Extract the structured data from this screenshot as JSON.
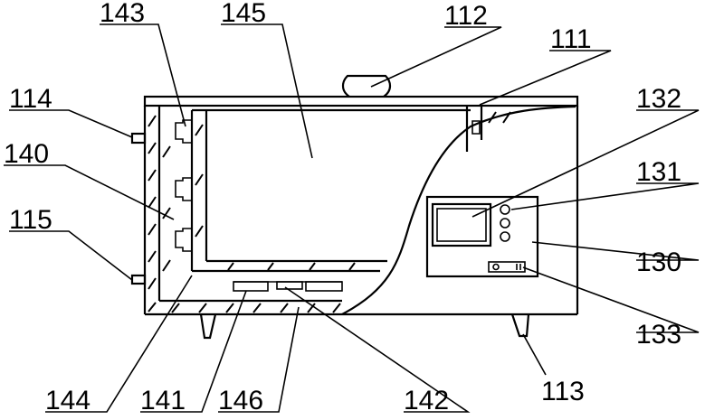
{
  "labels": {
    "l111": "111",
    "l112": "112",
    "l113": "113",
    "l114": "114",
    "l115": "115",
    "l130": "130",
    "l131": "131",
    "l132": "132",
    "l133": "133",
    "l140": "140",
    "l141": "141",
    "l142": "142",
    "l143": "143",
    "l144": "144",
    "l145": "145",
    "l146": "146"
  }
}
